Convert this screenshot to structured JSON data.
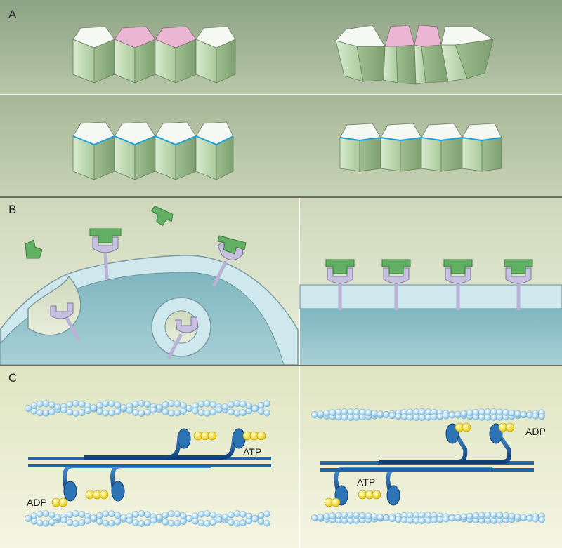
{
  "panels": {
    "a": {
      "label": "A"
    },
    "b": {
      "label": "B"
    },
    "c": {
      "label": "C"
    }
  },
  "annotations": {
    "atp_left": "ATP",
    "adp_left": "ADP",
    "atp_right": "ATP",
    "adp_right": "ADP"
  },
  "colors": {
    "panel_a_bg": "#a9b99b",
    "panel_b_bg": "#dfe6cf",
    "panel_c_bg": "#eef1d9",
    "cell_side": "#bcd7ad",
    "cell_top": "#f5f7f2",
    "cell_top_highlight": "#e9b3d3",
    "junction_line": "#1aa0dc",
    "membrane": "#cfe8ee",
    "cytoplasm": "#8cc0c7",
    "ligand": "#62b064",
    "receptor": "#c7c0e0",
    "actin": "#b6dbef",
    "myosin": "#1f66a7",
    "nucleotide": "#f4e23a"
  }
}
